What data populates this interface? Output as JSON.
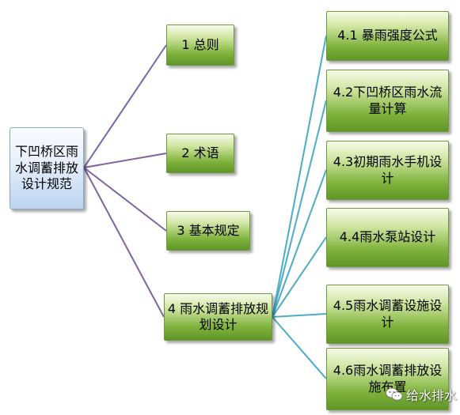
{
  "root": {
    "label": "下凹桥区雨水调蓄排放设计规范"
  },
  "chapters": [
    {
      "label": "1 总则"
    },
    {
      "label": "2 术语"
    },
    {
      "label": "3 基本规定"
    },
    {
      "label": "4 雨水调蓄排放规划设计"
    }
  ],
  "sections": [
    {
      "label": "4.1 暴雨强度公式"
    },
    {
      "label": "4.2下凹桥区雨水流量计算"
    },
    {
      "label": "4.3初期雨水手机设计"
    },
    {
      "label": "4.4雨水泵站设计"
    },
    {
      "label": "4.5雨水调蓄设施设计"
    },
    {
      "label": "4.6雨水调蓄排放设施布置"
    }
  ],
  "watermark": {
    "label": "给水排水",
    "icon": "wechat-icon"
  },
  "colors": {
    "root_fill": "#dce8f8",
    "node_green": "#7fb23c",
    "link_purple": "#8064a2",
    "link_cyan": "#4bacc6"
  }
}
